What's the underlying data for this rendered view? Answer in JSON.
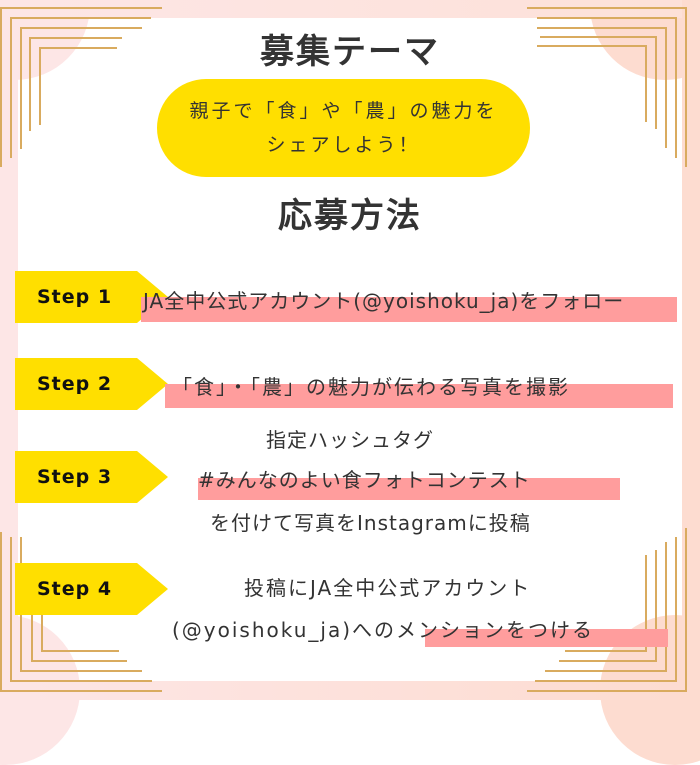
{
  "header": {
    "theme_title": "募集テーマ",
    "theme_line1": "親子で「食」や「農」の魅力を",
    "theme_line2": "シェアしよう！",
    "method_title": "応募方法"
  },
  "steps": [
    {
      "label": "Step 1",
      "lines": [
        "JA全中公式アカウント(@yoishoku_ja)をフォロー"
      ]
    },
    {
      "label": "Step 2",
      "lines": [
        "「食」・「農」の魅力が伝わる写真を撮影"
      ]
    },
    {
      "label": "Step 3",
      "lines": [
        "指定ハッシュタグ",
        "#みんなのよい食フォトコンテスト",
        "を付けて写真をInstagramに投稿"
      ]
    },
    {
      "label": "Step 4",
      "lines": [
        "投稿にJA全中公式アカウント",
        "(@yoishoku_ja)へのメンションをつける"
      ]
    }
  ],
  "colors": {
    "accent_yellow": "#ffdf00",
    "highlight_pink": "#ff9d9d",
    "frame_pink": "#fde6e6",
    "frame_peach": "#fddcd0",
    "gold_lines": "#d9ab5f",
    "text": "#333333"
  }
}
